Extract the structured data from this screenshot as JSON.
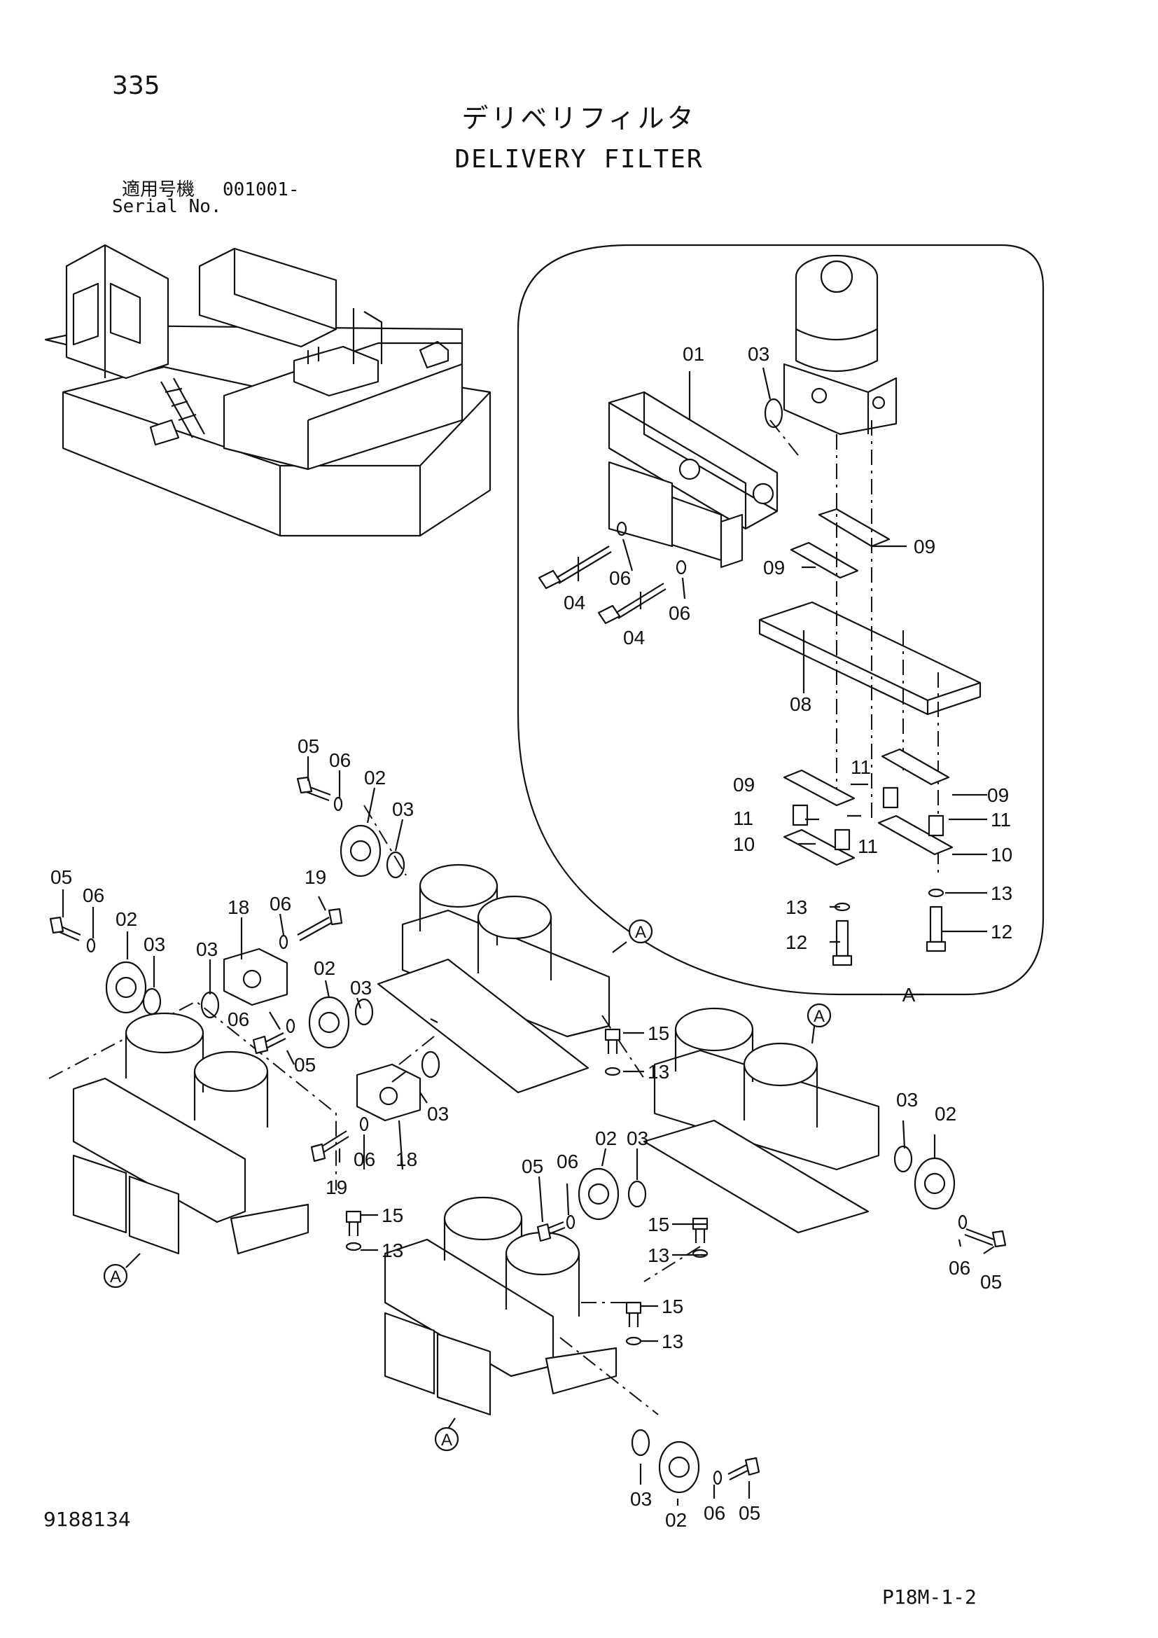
{
  "header": {
    "page_number": "335",
    "title_jp": "デリベリフィルタ",
    "title_en": "DELIVERY FILTER",
    "serial_label_jp": "適用号機",
    "serial_range": "001001-",
    "serial_label_en": "Serial No."
  },
  "footer": {
    "doc_number": "9188134",
    "drawing_code": "P18M-1-2"
  },
  "view_ref": "A",
  "part_labels": [
    "01",
    "02",
    "03",
    "04",
    "05",
    "06",
    "08",
    "09",
    "10",
    "11",
    "12",
    "13",
    "15",
    "18",
    "19"
  ]
}
